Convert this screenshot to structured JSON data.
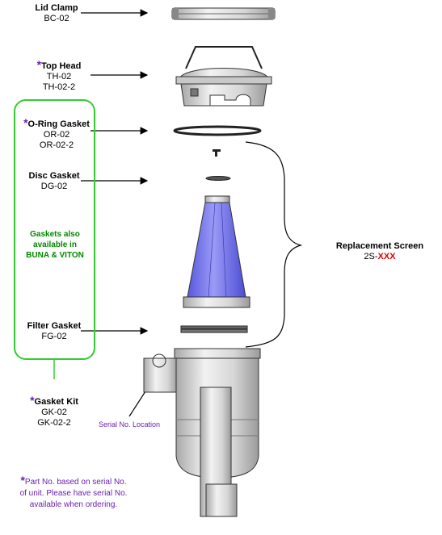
{
  "parts": {
    "lid_clamp": {
      "name": "Lid Clamp",
      "numbers": [
        "BC-02"
      ]
    },
    "top_head": {
      "star": "*",
      "name": "Top Head",
      "numbers": [
        "TH-02",
        "TH-02-2"
      ]
    },
    "oring_gasket": {
      "star": "*",
      "name": "O-Ring Gasket",
      "numbers": [
        "OR-02",
        "OR-02-2"
      ]
    },
    "disc_gasket": {
      "name": "Disc Gasket",
      "numbers": [
        "DG-02"
      ]
    },
    "filter_gasket": {
      "name": "Filter Gasket",
      "numbers": [
        "FG-02"
      ]
    },
    "gasket_kit": {
      "star": "*",
      "name": "Gasket Kit",
      "numbers": [
        "GK-02",
        "GK-02-2"
      ]
    },
    "replacement_screen": {
      "name": "Replacement Screen",
      "number_prefix": "2S-",
      "number_suffix": "XXX"
    }
  },
  "gaskets_note": [
    "Gaskets also",
    "available in",
    "BUNA & VITON"
  ],
  "serial_location": "Serial No. Location",
  "footnote": {
    "star": "*",
    "lines": [
      "Part No. based on serial No.",
      "of unit.  Please have serial No.",
      "available when ordering."
    ]
  },
  "colors": {
    "green_box": "#33cc33",
    "green_text": "#008800",
    "purple": "#6a1fb0",
    "red": "#e00000",
    "screen_blue": "#7070ee"
  }
}
